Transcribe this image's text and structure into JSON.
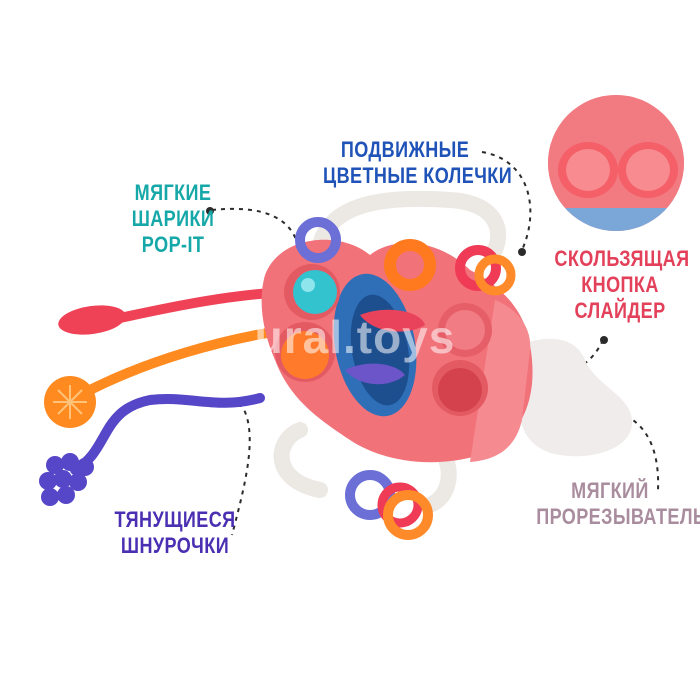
{
  "labels": {
    "balls": [
      "МЯГКИЕ",
      "ШАРИКИ",
      "POP-IT"
    ],
    "rings": [
      "ПОДВИЖНЫЕ",
      "ЦВЕТНЫЕ КОЛЕЧКИ"
    ],
    "slider": [
      "СКОЛЬЗЯЩАЯ",
      "КНОПКА",
      "СЛАЙДЕР"
    ],
    "strings": [
      "ТЯНУЩИЕСЯ",
      "ШНУРОЧКИ"
    ],
    "teether": [
      "МЯГКИЙ",
      "ПРОРЕЗЫВАТЕЛЬ"
    ]
  },
  "watermark": "ural.toys",
  "colors": {
    "toy_body": "#f2727a",
    "teal_label": "#16a8a8",
    "blue_label": "#1f53b8",
    "red_label": "#e3405a",
    "purple_label": "#4b2fb3",
    "mauve_label": "#a98d9e"
  }
}
